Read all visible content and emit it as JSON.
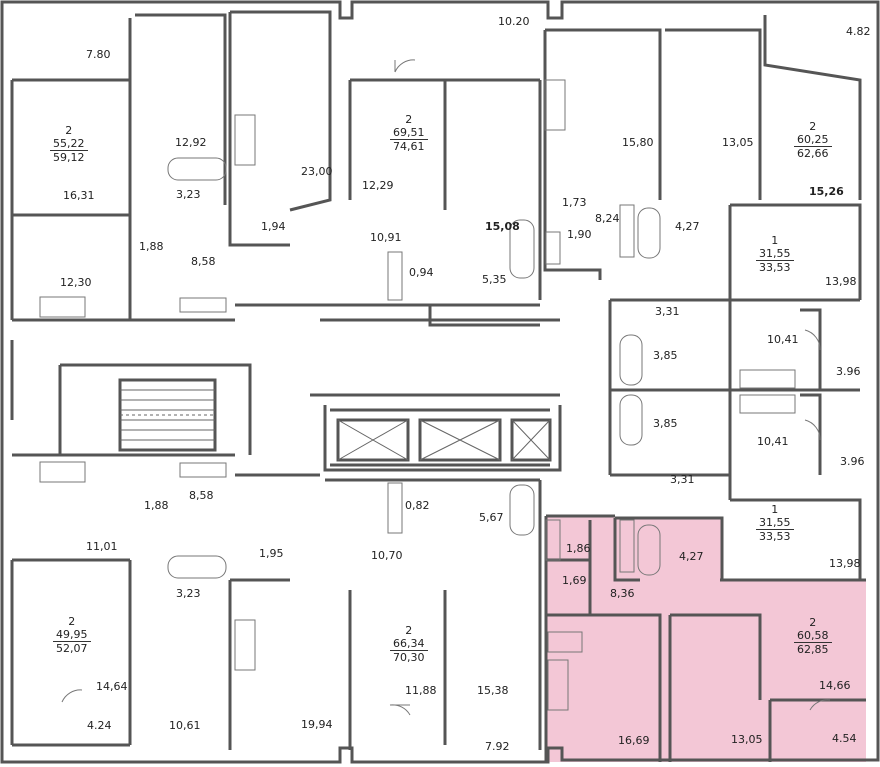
{
  "plan": {
    "highlight_color": "#f3c7d6",
    "wall_color": "#555555",
    "units": [
      {
        "id": "u1",
        "rooms": "2",
        "living": "55,22",
        "total": "59,12"
      },
      {
        "id": "u2",
        "rooms": "2",
        "living": "69,51",
        "total": "74,61"
      },
      {
        "id": "u3",
        "rooms": "2",
        "living": "60,25",
        "total": "62,66"
      },
      {
        "id": "u4",
        "rooms": "1",
        "living": "31,55",
        "total": "33,53"
      },
      {
        "id": "u5",
        "rooms": "1",
        "living": "31,55",
        "total": "33,53"
      },
      {
        "id": "u6",
        "rooms": "2",
        "living": "49,95",
        "total": "52,07"
      },
      {
        "id": "u7",
        "rooms": "2",
        "living": "66,34",
        "total": "70,30"
      },
      {
        "id": "u8",
        "rooms": "2",
        "living": "60,58",
        "total": "62,85"
      }
    ],
    "areas": [
      "7.80",
      "12,92",
      "16,31",
      "3,23",
      "23,00",
      "10.20",
      "12,29",
      "15,80",
      "13,05",
      "4.82",
      "15,26",
      "1,73",
      "8,24",
      "4,27",
      "1,90",
      "1,94",
      "10,91",
      "15,08",
      "12,30",
      "1,88",
      "8,58",
      "0,94",
      "5,35",
      "13,98",
      "3,31",
      "10,41",
      "3,85",
      "3.96",
      "3,85",
      "10,41",
      "3.96",
      "3,31",
      "1,88",
      "8,58",
      "0,82",
      "5,67",
      "11,01",
      "1,95",
      "10,70",
      "1,86",
      "4,27",
      "13,98",
      "3,23",
      "1,69",
      "8,36",
      "14,64",
      "11,88",
      "15,38",
      "14,66",
      "4.24",
      "10,61",
      "19,94",
      "7.92",
      "16,69",
      "13,05",
      "4.54"
    ]
  }
}
